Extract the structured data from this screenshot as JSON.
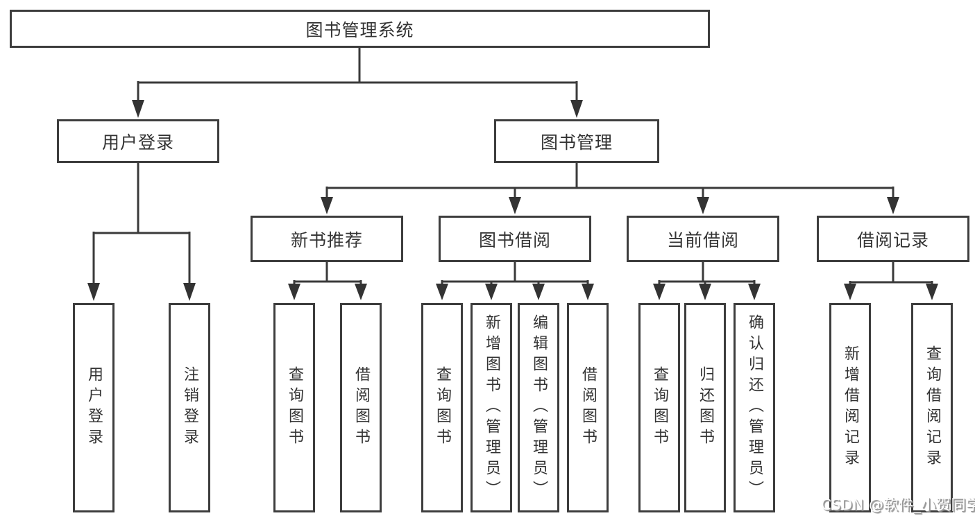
{
  "page": {
    "background_color": "#ffffff",
    "line_color": "#3a3a3a",
    "box_border_color": "#3d3d3d",
    "text_color": "#333333"
  },
  "watermark": {
    "text": "CSDN @软件_小贺同学",
    "color": "#8f8f8f"
  },
  "tree": {
    "root": {
      "label": "图书管理系统"
    },
    "level2": [
      {
        "label": "用户登录"
      },
      {
        "label": "图书管理"
      }
    ],
    "level3": [
      {
        "label": "新书推荐"
      },
      {
        "label": "图书借阅"
      },
      {
        "label": "当前借阅"
      },
      {
        "label": "借阅记录"
      }
    ],
    "leaves": {
      "user_login": [
        "用户登录",
        "注销登录"
      ],
      "new_book_recommendation": [
        "查询图书",
        "借阅图书"
      ],
      "book_borrowing": [
        "查询图书",
        "新增图书（管理员）",
        "编辑图书（管理员）",
        "借阅图书"
      ],
      "current_borrowing": [
        "查询图书",
        "归还图书",
        "确认归还（管理员）"
      ],
      "borrowing_records": [
        "新增借阅记录",
        "查询借阅记录"
      ]
    }
  }
}
